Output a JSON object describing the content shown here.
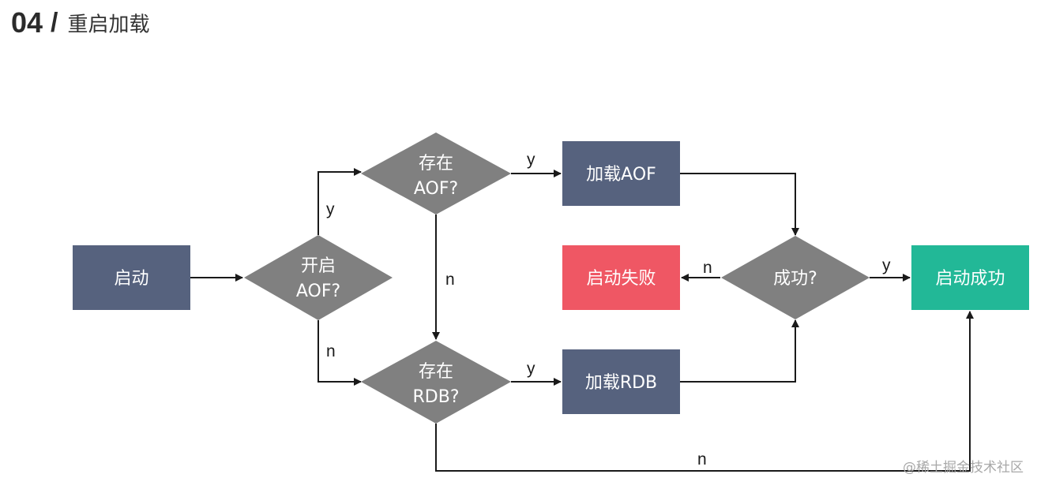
{
  "header": {
    "number": "04",
    "slash": "/",
    "title": "重启加载"
  },
  "nodes": {
    "start": "启动",
    "aof_enabled_line1": "开启",
    "aof_enabled_line2": "AOF?",
    "aof_exists_line1": "存在",
    "aof_exists_line2": "AOF?",
    "rdb_exists_line1": "存在",
    "rdb_exists_line2": "RDB?",
    "load_aof": "加载AOF",
    "load_rdb": "加载RDB",
    "success_check": "成功?",
    "start_failed": "启动失败",
    "start_success": "启动成功"
  },
  "edges": {
    "aof_enabled_yes": "y",
    "aof_enabled_no": "n",
    "aof_exists_yes": "y",
    "aof_exists_no": "n",
    "rdb_exists_yes": "y",
    "rdb_exists_no": "n",
    "success_yes": "y",
    "success_no": "n"
  },
  "colors": {
    "process_box": "#56627e",
    "decision": "#808080",
    "failure": "#ef5764",
    "success": "#22b897",
    "line": "#1a1a1a"
  },
  "watermark": "@稀土掘金技术社区"
}
